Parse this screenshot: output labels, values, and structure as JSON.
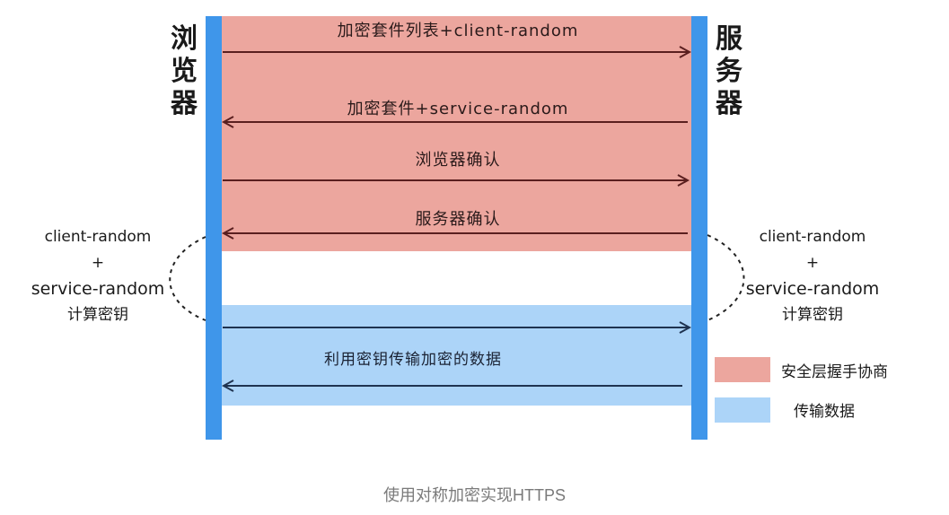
{
  "left_title": "浏览器",
  "right_title": "服务器",
  "messages": {
    "m1": "加密套件列表+client-random",
    "m2": "加密套件+service-random",
    "m3": "浏览器确认",
    "m4": "服务器确认",
    "m5": "利用密钥传输加密的数据"
  },
  "side_note": {
    "line1": "client-random",
    "line2": "+",
    "line3": "service-random",
    "line4": "计算密钥"
  },
  "legend": {
    "handshake": "安全层握手协商",
    "transfer": "传输数据"
  },
  "caption": "使用对称加密实现HTTPS",
  "colors": {
    "handshake": "#eca69e",
    "transfer": "#acd4f8",
    "lifeline": "#3f96ea",
    "arrow_handshake": "#5a1f1f",
    "arrow_transfer": "#1f3350"
  }
}
